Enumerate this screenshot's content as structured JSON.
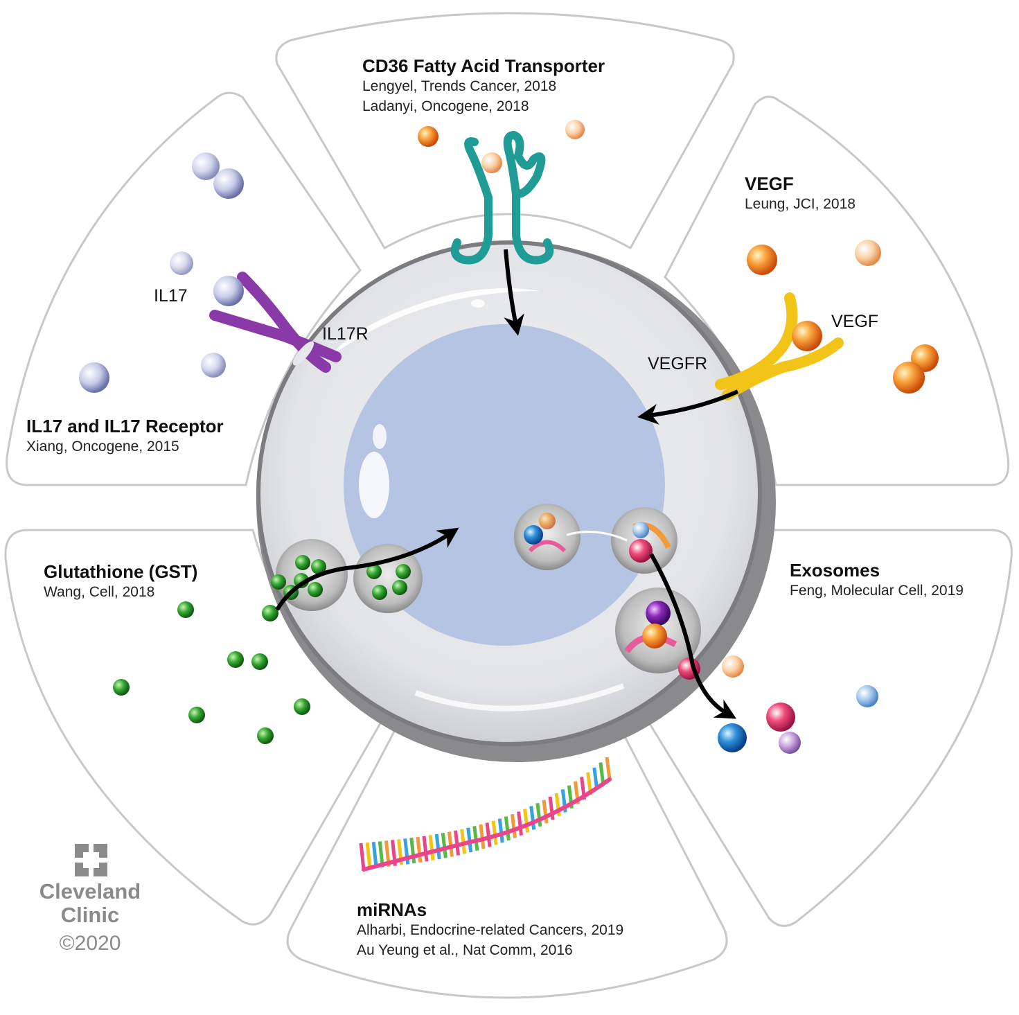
{
  "panels": {
    "cd36": {
      "title": "CD36 Fatty Acid Transporter",
      "refs": [
        "Lengyel, Trends Cancer, 2018",
        "Ladanyi, Oncogene, 2018"
      ]
    },
    "vegf": {
      "title": "VEGF",
      "refs": [
        "Leung, JCI, 2018"
      ],
      "ligand_label": "VEGF",
      "receptor_label": "VEGFR"
    },
    "il17": {
      "title": "IL17 and IL17 Receptor",
      "refs": [
        "Xiang, Oncogene, 2015"
      ],
      "ligand_label": "IL17",
      "receptor_label": "IL17R"
    },
    "gst": {
      "title": "Glutathione (GST)",
      "refs": [
        "Wang, Cell, 2018"
      ]
    },
    "exosomes": {
      "title": "Exosomes",
      "refs": [
        "Feng, Molecular Cell, 2019"
      ]
    },
    "mirnas": {
      "title": "miRNAs",
      "refs": [
        "Alharbi, Endocrine-related Cancers, 2019",
        "Au Yeung et al., Nat Comm, 2016"
      ]
    }
  },
  "logo": {
    "name_line1": "Cleveland",
    "name_line2": "Clinic",
    "copyright": "©2020"
  },
  "colors": {
    "panel_stroke": "#c8c8c8",
    "cell_membrane": "#e6e7ea",
    "nucleus": "#b5c3e2",
    "cd36_receptor": "#1f9c96",
    "il17_receptor": "#8a3aa8",
    "vegf_receptor": "#f2c418",
    "glutathione": "#2e9a2e",
    "arrow": "#000000"
  }
}
